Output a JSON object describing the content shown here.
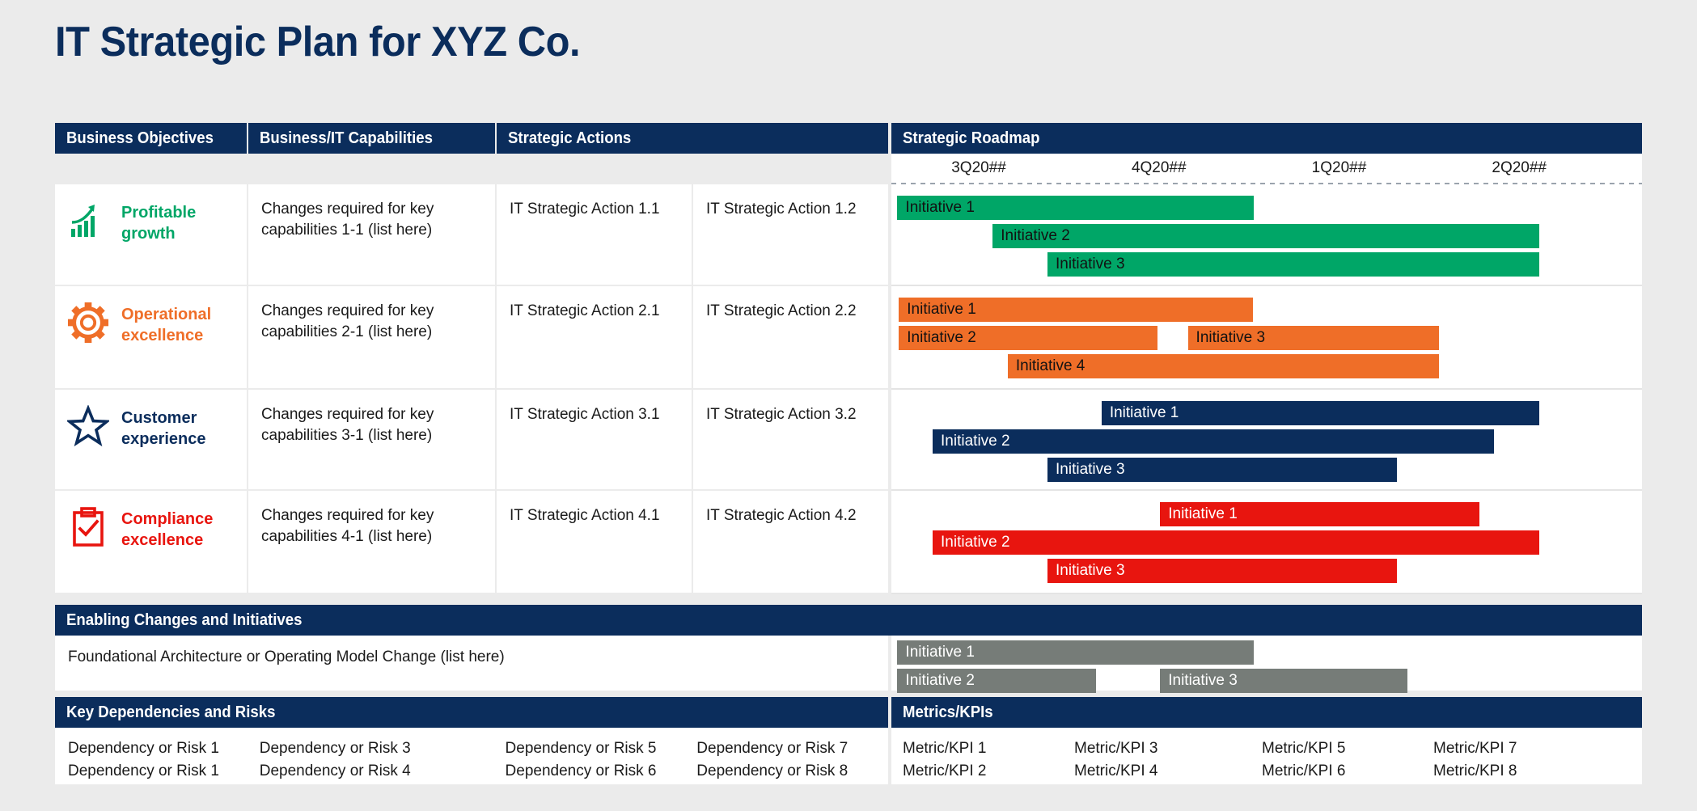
{
  "title": "IT Strategic Plan for XYZ Co.",
  "colors": {
    "navy": "#0b2d5c",
    "green": "#00a667",
    "orange": "#ef6e28",
    "red": "#e8150f",
    "gray": "#767c78",
    "page_bg": "#ebebeb"
  },
  "headers": {
    "business_objectives": "Business Objectives",
    "capabilities": "Business/IT Capabilities",
    "strategic_actions": "Strategic Actions",
    "strategic_roadmap": "Strategic Roadmap",
    "enabling": "Enabling Changes and Initiatives",
    "dependencies": "Key Dependencies and Risks",
    "metrics": "Metrics/KPIs"
  },
  "roadmap_axis": {
    "quarters": [
      "3Q20##",
      "4Q20##",
      "1Q20##",
      "2Q20##"
    ]
  },
  "rows": [
    {
      "objective": "Profitable growth",
      "icon": "growth-chart-icon",
      "color": "green",
      "capability": "Changes required for key capabilities 1-1 (list here)",
      "action_1": "IT Strategic Action 1.1",
      "action_2": "IT Strategic Action 1.2",
      "bars": [
        {
          "label": "Initiative 1",
          "start": 0.8,
          "width": 47.5,
          "lane": 0
        },
        {
          "label": "Initiative 2",
          "start": 13.5,
          "width": 72.8,
          "lane": 1
        },
        {
          "label": "Initiative 3",
          "start": 20.8,
          "width": 65.5,
          "lane": 2
        }
      ]
    },
    {
      "objective": "Operational excellence",
      "icon": "gear-icon",
      "color": "orange",
      "capability": "Changes required for key capabilities 2-1 (list here)",
      "action_1": "IT Strategic Action 2.1",
      "action_2": "IT Strategic Action 2.2",
      "bars": [
        {
          "label": "Initiative 1",
          "start": 1.0,
          "width": 47.2,
          "lane": 0
        },
        {
          "label": "Initiative 2",
          "start": 1.0,
          "width": 34.5,
          "lane": 1
        },
        {
          "label": "Initiative 3",
          "start": 39.5,
          "width": 33.5,
          "lane": 1
        },
        {
          "label": "Initiative 4",
          "start": 15.5,
          "width": 57.5,
          "lane": 2
        }
      ]
    },
    {
      "objective": "Customer experience",
      "icon": "star-icon",
      "color": "navy",
      "capability": "Changes required for key capabilities 3-1 (list here)",
      "action_1": "IT Strategic Action 3.1",
      "action_2": "IT Strategic Action 3.2",
      "bars": [
        {
          "label": "Initiative 1",
          "start": 28.0,
          "width": 58.3,
          "lane": 0
        },
        {
          "label": "Initiative 2",
          "start": 5.5,
          "width": 74.8,
          "lane": 1
        },
        {
          "label": "Initiative 3",
          "start": 20.8,
          "width": 46.5,
          "lane": 2
        }
      ]
    },
    {
      "objective": "Compliance excellence",
      "icon": "clipboard-check-icon",
      "color": "red",
      "capability": "Changes required for key capabilities 4-1 (list here)",
      "action_1": "IT Strategic Action 4.1",
      "action_2": "IT Strategic Action 4.2",
      "bars": [
        {
          "label": "Initiative 1",
          "start": 35.8,
          "width": 42.5,
          "lane": 0
        },
        {
          "label": "Initiative 2",
          "start": 5.5,
          "width": 80.8,
          "lane": 1
        },
        {
          "label": "Initiative 3",
          "start": 20.8,
          "width": 46.5,
          "lane": 2
        }
      ]
    }
  ],
  "enabling": {
    "text": "Foundational Architecture or Operating Model Change (list here)",
    "bars": [
      {
        "label": "Initiative 1",
        "start": 0.8,
        "width": 47.5,
        "lane": 0
      },
      {
        "label": "Initiative 2",
        "start": 0.8,
        "width": 26.5,
        "lane": 1
      },
      {
        "label": "Initiative 3",
        "start": 35.8,
        "width": 33.0,
        "lane": 1
      }
    ]
  },
  "dependencies": {
    "columns": [
      [
        "Dependency or Risk 1",
        "Dependency or Risk 1"
      ],
      [
        "Dependency or Risk 3",
        "Dependency or Risk 4"
      ],
      [
        "Dependency or Risk 5",
        "Dependency or Risk 6"
      ],
      [
        "Dependency or Risk 7",
        "Dependency or Risk 8"
      ]
    ]
  },
  "metrics": {
    "columns": [
      [
        "Metric/KPI 1",
        "Metric/KPI 2"
      ],
      [
        "Metric/KPI 3",
        "Metric/KPI 4"
      ],
      [
        "Metric/KPI 5",
        "Metric/KPI 6"
      ],
      [
        "Metric/KPI 7",
        "Metric/KPI 8"
      ]
    ]
  }
}
